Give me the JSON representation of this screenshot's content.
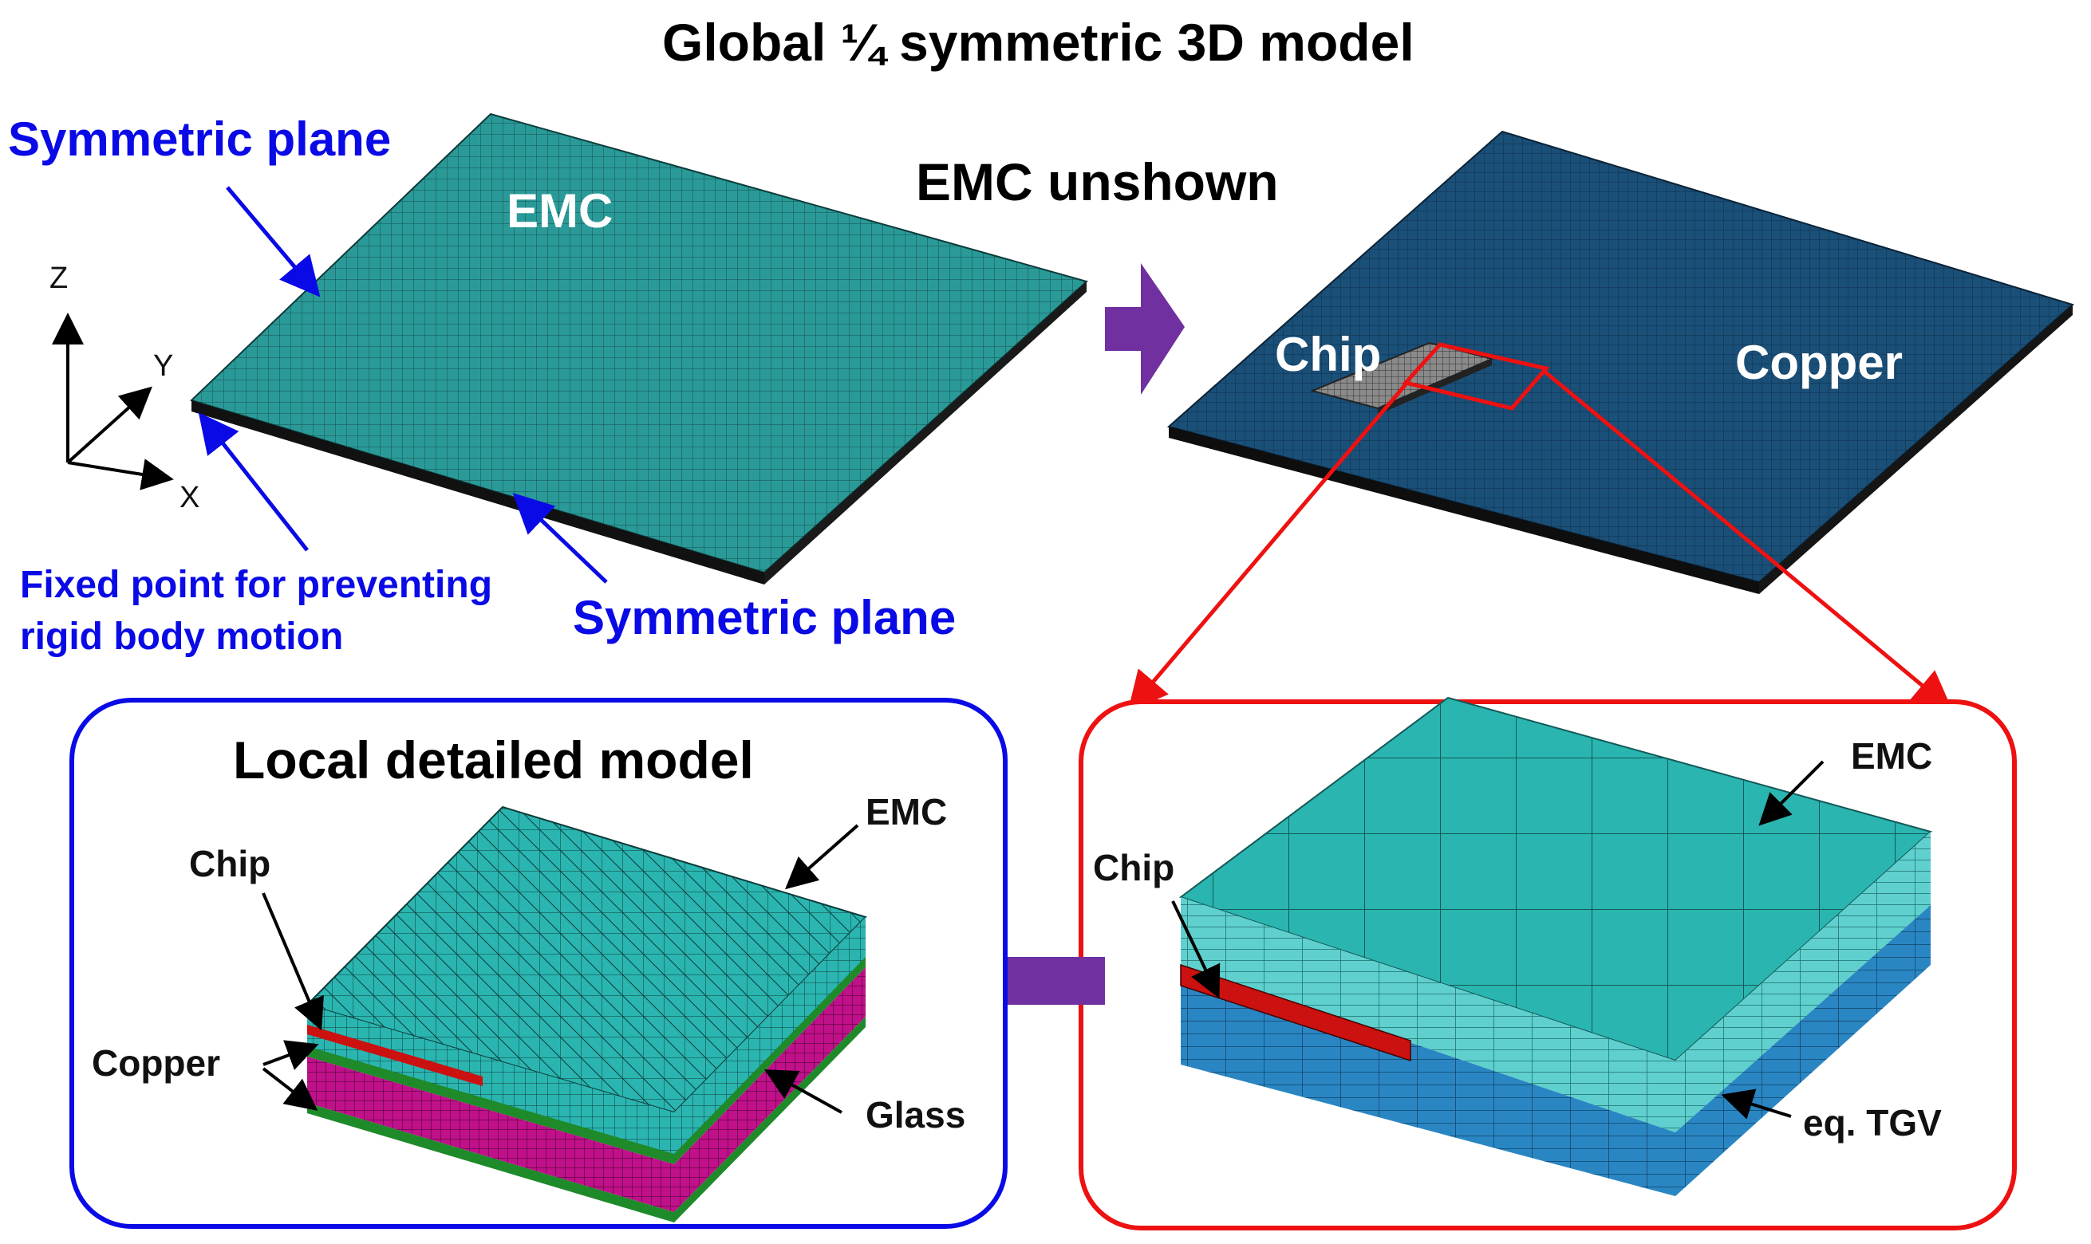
{
  "title": "Global ¼ symmetric 3D model",
  "global": {
    "emc_label": "EMC",
    "sym_plane_top": "Symmetric plane",
    "sym_plane_bottom": "Symmetric plane",
    "fixed_point_line1": "Fixed point for preventing",
    "fixed_point_line2": "rigid body motion",
    "axes": {
      "z": "Z",
      "y": "Y",
      "x": "X"
    }
  },
  "emc_unshown": {
    "heading": "EMC unshown",
    "chip_label": "Chip",
    "copper_label": "Copper"
  },
  "zoom_detail": {
    "emc_label": "EMC",
    "chip_label": "Chip",
    "tgv_label": "eq. TGV"
  },
  "local_model": {
    "heading": "Local detailed model",
    "emc_label": "EMC",
    "chip_label": "Chip",
    "copper_label": "Copper",
    "glass_label": "Glass"
  },
  "colors": {
    "emc_teal": "#2a9a98",
    "copper_blue": "#1a4f78",
    "chip_gray": "#7d7d7d",
    "annotation_blue": "#0a0ae6",
    "zoom_red": "#ee1111",
    "flow_arrow_purple": "#7030a0",
    "glass_magenta": "#c0108a",
    "copper_green": "#1f8a2a",
    "chip_red": "#cc1111",
    "tgv_blue": "#2a86c2",
    "emc_light": "#5fd0cd"
  }
}
